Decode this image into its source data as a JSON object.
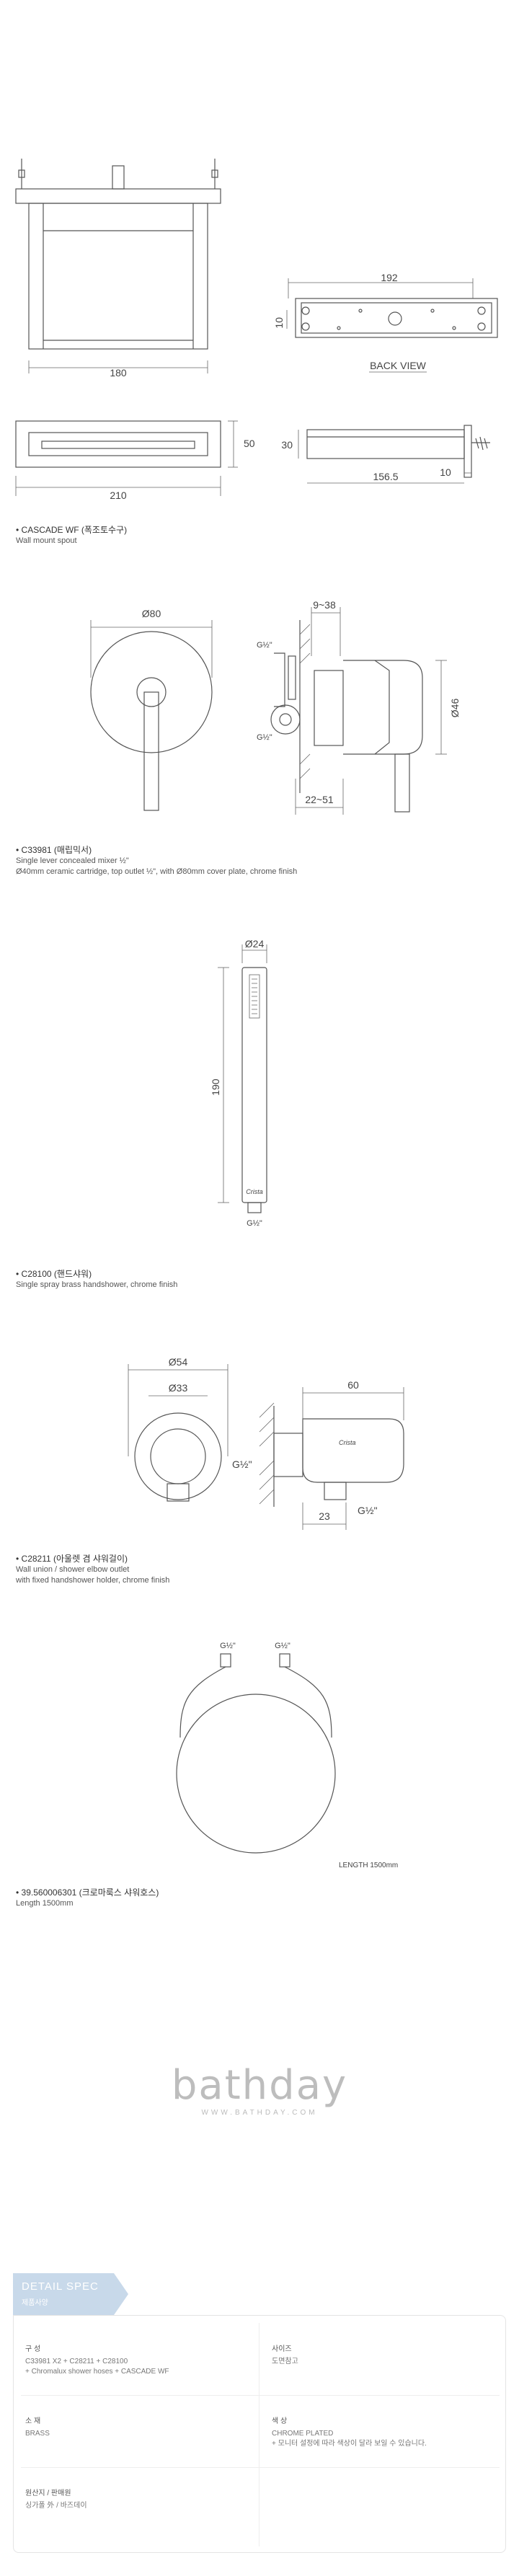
{
  "products": [
    {
      "title": "CASCADE WF (폭조토수구)",
      "desc": [
        "Wall mount spout"
      ],
      "dims": {
        "width_front": "180",
        "back_width": "192",
        "back_height": "10",
        "back_view": "BACK VIEW",
        "top_width": "210",
        "top_depth": "50",
        "side_height": "30",
        "side_length": "156.5",
        "side_small": "10"
      }
    },
    {
      "title": "C33981 (매립믹서)",
      "desc": [
        "Single lever concealed mixer ½\"",
        "Ø40mm ceramic cartridge, top outlet ½\", with Ø80mm cover plate, chrome finish"
      ],
      "dims": {
        "plate": "Ø80",
        "depth_top": "9~38",
        "thread_top": "G½\"",
        "thread_bottom": "G½\"",
        "depth_bottom": "22~51",
        "knob": "Ø46"
      }
    },
    {
      "title": "C28100 (핸드샤워)",
      "desc": [
        "Single spray brass handshower, chrome finish"
      ],
      "dims": {
        "diameter": "Ø24",
        "length": "190",
        "thread": "G½\"",
        "brand_mark": "Crista"
      }
    },
    {
      "title": "C28211 (아울렛 겸 샤워걸이)",
      "desc": [
        "Wall union / shower elbow outlet",
        "with fixed handshower holder, chrome finish"
      ],
      "dims": {
        "outer": "Ø54",
        "inner": "Ø33",
        "length": "60",
        "thread_left": "G½\"",
        "thread_right": "G½\"",
        "depth": "23",
        "brand_mark": "Crista"
      }
    },
    {
      "title": "39.560006301 (크로마룩스 샤워호스)",
      "desc": [
        "Length 1500mm"
      ],
      "dims": {
        "thread_left": "G½\"",
        "thread_right": "G½\"",
        "length_label": "LENGTH 1500mm"
      }
    }
  ],
  "brand": {
    "logo": "bathday",
    "url": "WWW.BATHDAY.COM"
  },
  "spec": {
    "tab_title": "DETAIL SPEC",
    "tab_sub": "제품사양",
    "composition": {
      "label": "구 성",
      "lines": [
        "C33981 X2 + C28211 + C28100",
        "+ Chromalux shower hoses + CASCADE WF"
      ]
    },
    "size": {
      "label": "사이즈",
      "lines": [
        "도면참고"
      ]
    },
    "material": {
      "label": "소 재",
      "lines": [
        "BRASS"
      ]
    },
    "color": {
      "label": "색 상",
      "lines": [
        "CHROME PLATED",
        "+ 모니터 설정에 따라 색상이 달라 보일 수 있습니다."
      ]
    },
    "origin": {
      "label": "원산지 / 판매원",
      "lines": [
        "싱가폴 外 / 바즈데이"
      ]
    }
  },
  "colors": {
    "line": "#555555",
    "spec_tab": "#c8d9ea"
  }
}
